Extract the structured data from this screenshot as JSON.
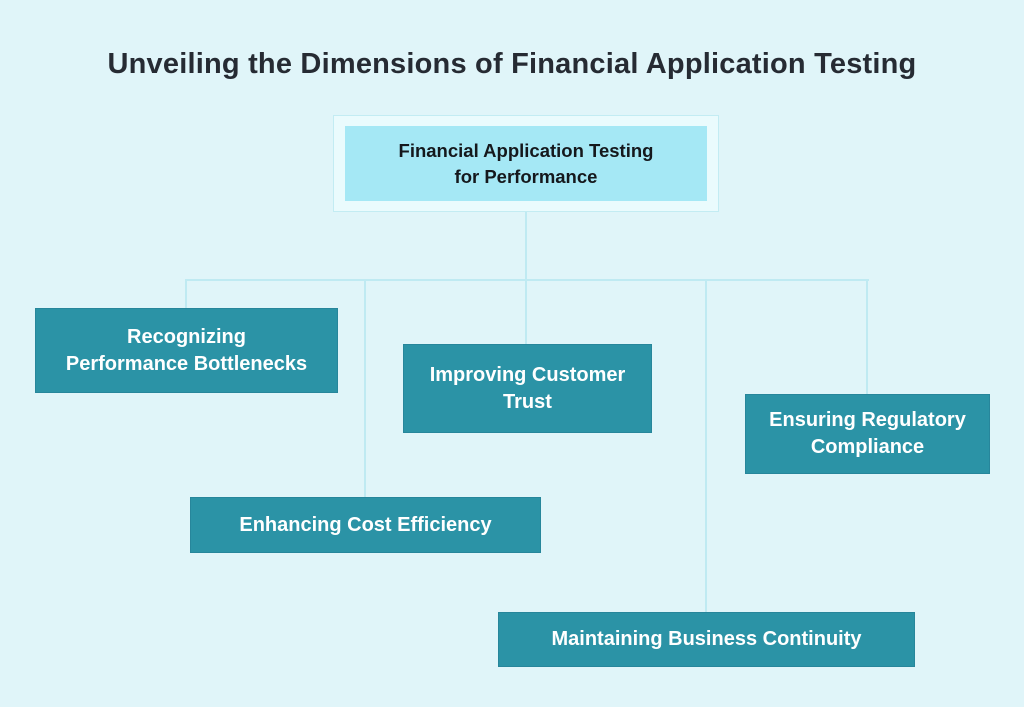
{
  "title": "Unveiling the Dimensions of Financial Application Testing",
  "diagram": {
    "root": {
      "label": "Financial Application Testing for Performance",
      "lines": [
        "Financial Application Testing",
        "for Performance"
      ]
    },
    "children": [
      {
        "id": "recognizing-performance-bottlenecks",
        "label": "Recognizing Performance Bottlenecks",
        "lines": [
          "Recognizing",
          "Performance Bottlenecks"
        ]
      },
      {
        "id": "improving-customer-trust",
        "label": "Improving Customer Trust",
        "lines": [
          "Improving Customer",
          "Trust"
        ]
      },
      {
        "id": "ensuring-regulatory-compliance",
        "label": "Ensuring Regulatory Compliance",
        "lines": [
          "Ensuring Regulatory",
          "Compliance"
        ]
      },
      {
        "id": "enhancing-cost-efficiency",
        "label": "Enhancing Cost Efficiency",
        "lines": [
          "Enhancing Cost Efficiency"
        ]
      },
      {
        "id": "maintaining-business-continuity",
        "label": "Maintaining Business Continuity",
        "lines": [
          "Maintaining Business Continuity"
        ]
      }
    ]
  },
  "colors": {
    "background": "#e0f5f9",
    "title_text": "#262b33",
    "root_fill": "#a5e8f5",
    "root_text": "#15181c",
    "root_frame_fill": "#eafbfd",
    "root_frame_border": "#c3ecf3",
    "node_fill": "#2b93a6",
    "node_border": "#27869b",
    "node_text": "#ffffff",
    "connector": "#bfeaf2"
  }
}
